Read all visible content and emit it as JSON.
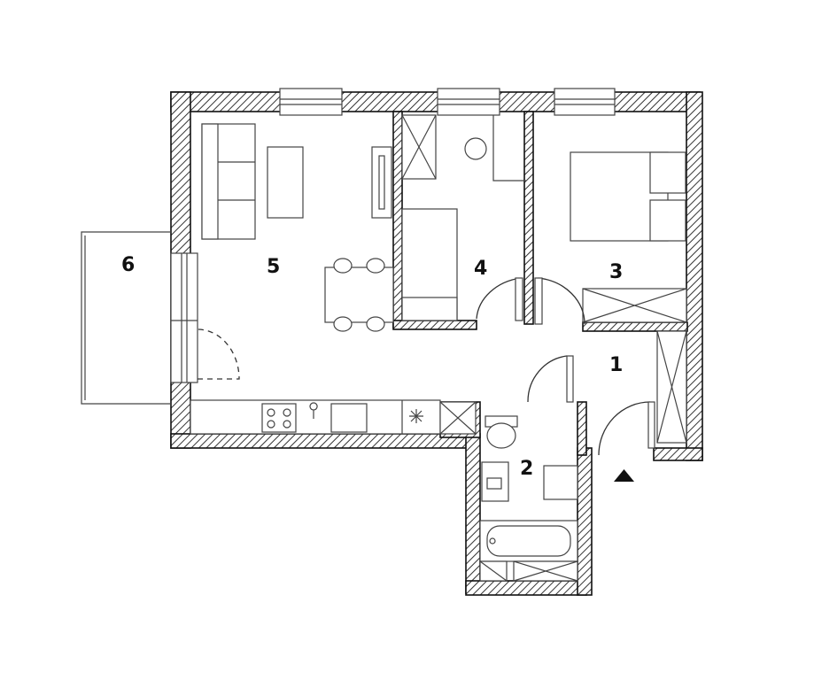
{
  "rooms": [
    {
      "id": "room-1",
      "label": "1"
    },
    {
      "id": "room-2",
      "label": "2"
    },
    {
      "id": "room-3",
      "label": "3"
    },
    {
      "id": "room-4",
      "label": "4"
    },
    {
      "id": "room-5",
      "label": "5"
    },
    {
      "id": "room-6",
      "label": "6"
    }
  ],
  "icons": [
    "entrance-arrow-icon",
    "toilet-icon",
    "bathtub-icon",
    "sink-icon",
    "bed-icon",
    "sofa-icon",
    "dining-table-icon",
    "stove-icon",
    "kitchen-sink-icon",
    "wardrobe-icon"
  ],
  "colors": {
    "wall_stroke": "#111111",
    "hatch": "#333333",
    "background": "#ffffff"
  }
}
